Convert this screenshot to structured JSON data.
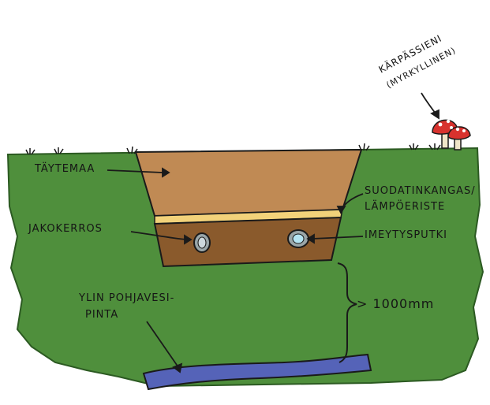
{
  "labels": {
    "topsoil": "TÄYTEMAA",
    "filter_fabric": "SUODATINKANGAS/",
    "insulation": "LÄMPÖERISTE",
    "distribution_layer": "JAKOKERROS",
    "infiltration_pipe": "IMEYTYSPUTKI",
    "groundwater_line1": "YLIN POHJAVESI-",
    "groundwater_line2": "PINTA",
    "mushroom_line1": "KÄRPÄSSIENI",
    "mushroom_line2": "(MYRKYLLINEN)",
    "distance": "> 1000mm"
  },
  "colors": {
    "grass": "#4f8f3c",
    "topsoil": "#c08a54",
    "distribution": "#8a5a2c",
    "insulation": "#f2d27a",
    "water": "#5563b8",
    "pipe": "#b4c8d0",
    "mushroom_cap": "#d8322e"
  }
}
